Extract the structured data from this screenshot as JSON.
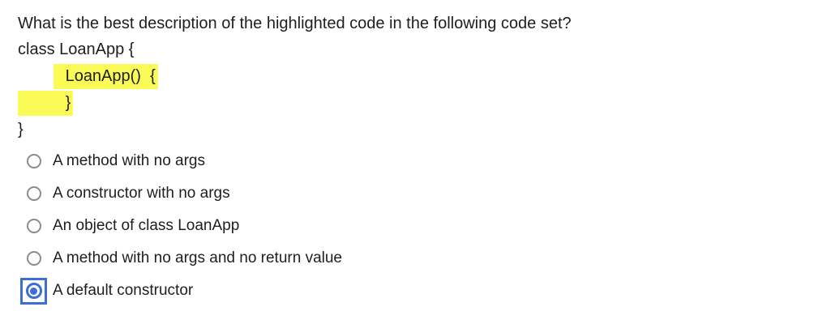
{
  "question": "What is the best description of the highlighted code in the following code set?",
  "code": {
    "lines": [
      {
        "segments": [
          {
            "text": "class LoanApp {",
            "highlight": false
          }
        ]
      },
      {
        "segments": [
          {
            "text": "        ",
            "highlight": false
          },
          {
            "text": "  LoanApp()  {",
            "highlight": true
          }
        ]
      },
      {
        "segments": [
          {
            "text": "          }",
            "highlight": true
          }
        ]
      },
      {
        "segments": [
          {
            "text": "}",
            "highlight": false
          }
        ]
      }
    ]
  },
  "options": [
    {
      "label": "A method with no args",
      "selected": false
    },
    {
      "label": "A constructor with no args",
      "selected": false
    },
    {
      "label": "An object of class LoanApp",
      "selected": false
    },
    {
      "label": "A method with no args and no return value",
      "selected": false
    },
    {
      "label": "A default constructor",
      "selected": true
    }
  ],
  "colors": {
    "highlight": "#FBFB57",
    "accent_blue": "#3B6FD4",
    "radio_gray": "#8C8C8C",
    "text": "#1E1E1E"
  }
}
